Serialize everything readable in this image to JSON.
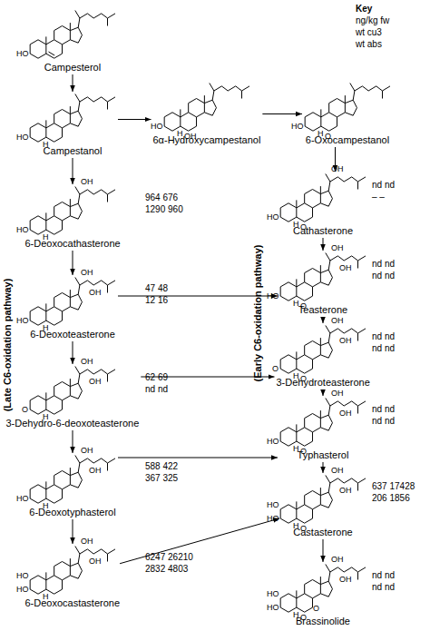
{
  "diagram": {
    "nodes": [
      {
        "text": [
          "Campesterol"
        ]
      },
      {
        "text": [
          "Campestanol"
        ]
      },
      {
        "text": [
          "6α-Hydroxycampestanol"
        ]
      },
      {
        "text": [
          "6-Oxocampestanol"
        ]
      },
      {
        "text": [
          "6-Deoxocathasterone"
        ]
      },
      {
        "text": [
          "Cathasterone"
        ]
      },
      {
        "text": [
          "6-Deoxoteasterone"
        ]
      },
      {
        "text": [
          "Teasterone"
        ]
      },
      {
        "text": [
          "3-Dehydro-6-deoxoteasterone"
        ]
      },
      {
        "text": [
          "3-Dehydroteasterone"
        ]
      },
      {
        "text": [
          "6-Deoxotyphasterol"
        ]
      },
      {
        "text": [
          "Typhasterol"
        ]
      },
      {
        "text": [
          "6-Deoxocastasterone"
        ]
      },
      {
        "text": [
          "Castasterone"
        ]
      },
      {
        "text": [
          "Brassinolide"
        ]
      }
    ],
    "edges": [
      {
        "from": 0,
        "to": 1,
        "arrow": "to"
      },
      {
        "from": 1,
        "to": 2,
        "arrow": "to"
      },
      {
        "from": 2,
        "to": 3,
        "arrow": "to"
      },
      {
        "from": 3,
        "to": 5,
        "arrow": "to"
      },
      {
        "from": 1,
        "to": 4,
        "arrow": "to"
      },
      {
        "from": 4,
        "to": 6,
        "arrow": "to"
      },
      {
        "from": 5,
        "to": 7,
        "arrow": "to"
      },
      {
        "from": 6,
        "to": 7,
        "arrow": "to"
      },
      {
        "from": 6,
        "to": 8,
        "arrow": "to"
      },
      {
        "from": 7,
        "to": 9,
        "arrow": "to"
      },
      {
        "from": 8,
        "to": 9,
        "arrow": "to"
      },
      {
        "from": 8,
        "to": 10,
        "arrow": "to"
      },
      {
        "from": 9,
        "to": 11,
        "arrow": "to"
      },
      {
        "from": 10,
        "to": 11,
        "arrow": "to"
      },
      {
        "from": 10,
        "to": 12,
        "arrow": "to"
      },
      {
        "from": 11,
        "to": 13,
        "arrow": "to"
      },
      {
        "from": 12,
        "to": 13,
        "arrow": "to"
      },
      {
        "from": 13,
        "to": 14,
        "arrow": "to"
      }
    ],
    "labels": [
      "Key",
      "ng/kg fw",
      "wt cu3",
      "wt abs",
      "(Late C6-oxidation pathway)",
      "(Early C6-oxidation pathway)",
      "HO",
      "HO",
      "H",
      "HO",
      "H",
      "OH",
      "HO",
      "H",
      "O",
      "964 676",
      "1290 960",
      "HO",
      "H",
      "OH",
      "nd nd",
      "– –",
      "HO",
      "H",
      "O",
      "OH",
      "47 48",
      "12 16",
      "HO",
      "H",
      "OH",
      "OH",
      "nd nd",
      "nd nd",
      "HO",
      "H",
      "O",
      "OH",
      "OH",
      "62 69",
      "nd nd",
      "O",
      "H",
      "OH",
      "OH",
      "nd nd",
      "nd nd",
      "O",
      "H",
      "O",
      "OH",
      "OH",
      "588 422",
      "367 325",
      "HO",
      "H",
      "OH",
      "OH",
      "nd nd",
      "nd nd",
      "HO",
      "H",
      "O",
      "OH",
      "OH",
      "6247 26210",
      "2832 4803",
      "HO",
      "HO",
      "H",
      "OH",
      "OH",
      "637 17428",
      "206 1856",
      "HO",
      "HO",
      "H",
      "O",
      "OH",
      "OH",
      "nd nd",
      "nd nd",
      "HO",
      "HO",
      "H",
      "O",
      "O",
      "OH",
      "OH"
    ]
  }
}
